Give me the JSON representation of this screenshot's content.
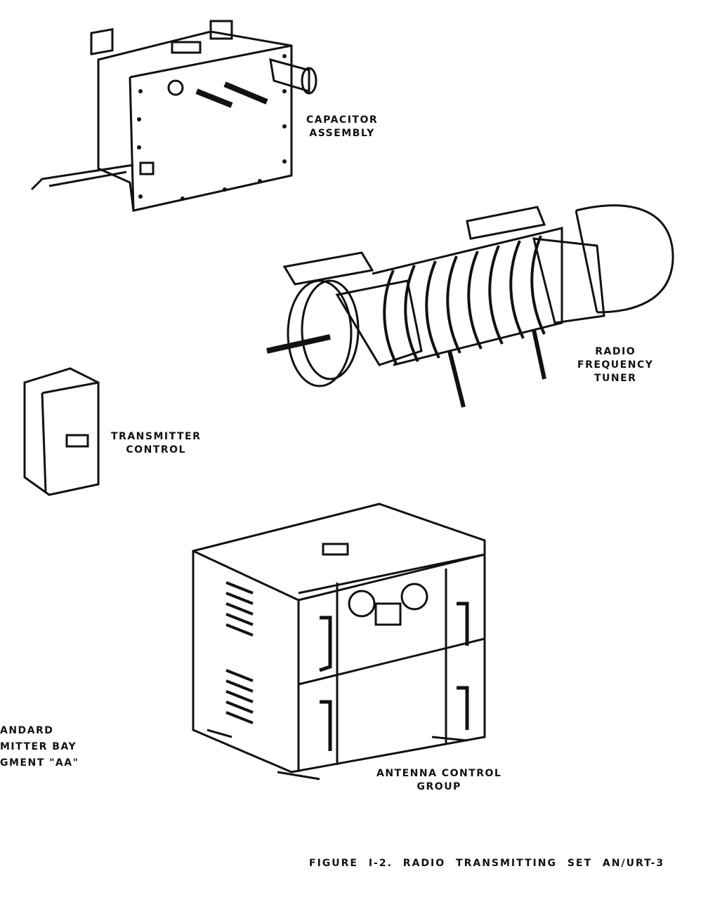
{
  "labels": {
    "capacitor": [
      "CAPACITOR",
      "ASSEMBLY"
    ],
    "tuner": [
      "RADIO",
      "FREQUENCY",
      "TUNER"
    ],
    "transmitter_control": [
      "TRANSMITTER",
      "CONTROL"
    ],
    "bay": [
      "ANDARD",
      "MITTER  BAY",
      "GMENT \"AA\""
    ],
    "antenna_group": [
      "ANTENNA CONTROL",
      "GROUP"
    ]
  },
  "caption": "FIGURE I-2.  RADIO TRANSMITTING SET AN/URT-3"
}
